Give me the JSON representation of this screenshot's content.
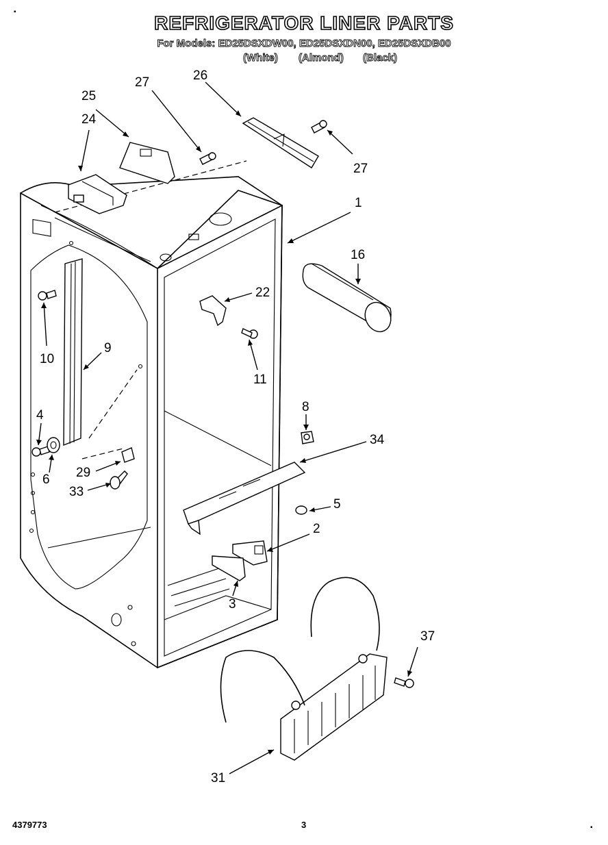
{
  "header": {
    "title": "REFRIGERATOR LINER PARTS",
    "models_line": "For Models: ED25DSXDW00, ED25DSXDN00, ED25DSXDB00",
    "color_white": "(White)",
    "color_almond": "(Almond)",
    "color_black": "(Black)"
  },
  "callouts": {
    "c1": "1",
    "c2": "2",
    "c3": "3",
    "c4": "4",
    "c5": "5",
    "c6": "6",
    "c8": "8",
    "c9": "9",
    "c10": "10",
    "c11": "11",
    "c16": "16",
    "c22": "22",
    "c24": "24",
    "c25": "25",
    "c26": "26",
    "c27a": "27",
    "c27b": "27",
    "c29": "29",
    "c31": "31",
    "c33": "33",
    "c34": "34",
    "c37": "37"
  },
  "footer": {
    "doc_number": "4379773",
    "page_number": "3"
  }
}
